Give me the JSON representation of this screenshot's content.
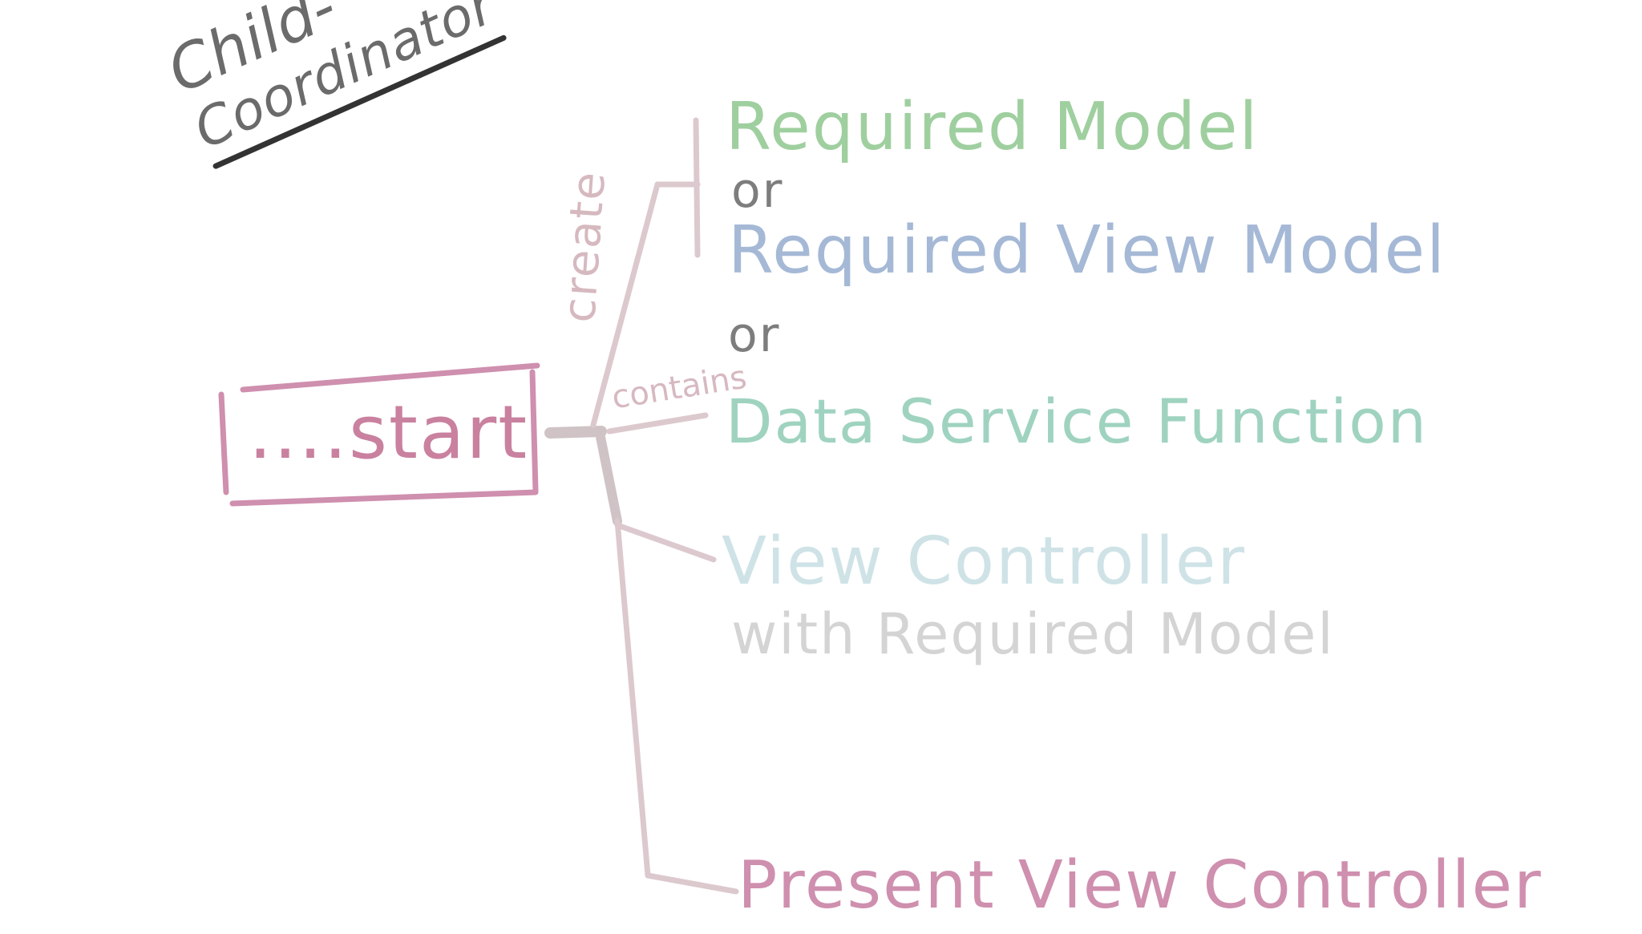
{
  "title": {
    "line1": "Child-",
    "line2": "Coordinator"
  },
  "start_box": {
    "label": "....start"
  },
  "edge_labels": {
    "create": "create",
    "contains": "contains"
  },
  "nodes": {
    "required_model": "Required Model",
    "or_1": "or",
    "required_view_model": "Required View Model",
    "or_2": "or",
    "data_service_function": "Data Service Function",
    "view_controller": "View Controller",
    "with_required_model": "with Required Model",
    "present_view_controller": "Present View Controller"
  },
  "colors": {
    "title": "#6b6b6b",
    "title_underline": "#333333",
    "start": "#c9819f",
    "connector": "#d9c3c8",
    "required_model": "#9fcf9f",
    "required_view_model": "#a5b9d6",
    "data_service_function": "#9fd3bf",
    "view_controller": "#cfe3e7",
    "with_required_model": "#d4d4d4",
    "present_view_controller": "#cf8fae",
    "or": "#7d7d7d"
  }
}
